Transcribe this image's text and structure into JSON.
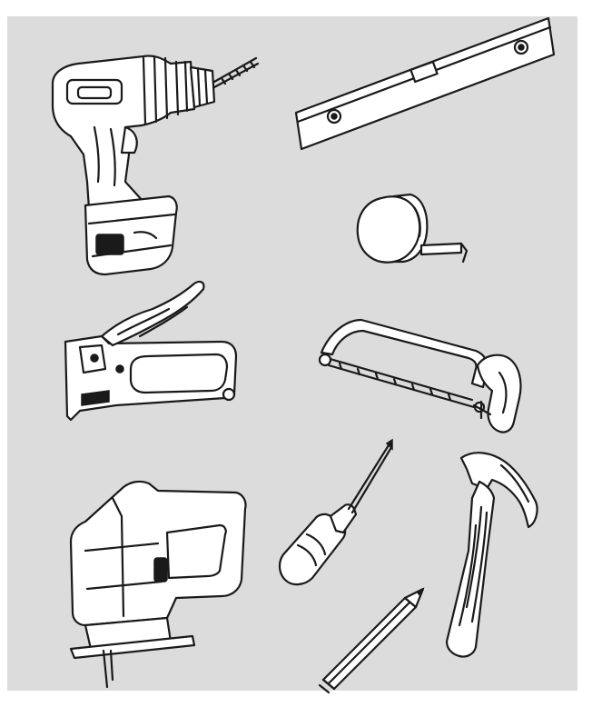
{
  "colors": {
    "panel_background": "#dcdcdc",
    "line": "#1a1a1a",
    "fill": "#ffffff"
  },
  "tools": [
    {
      "name": "cordless-drill",
      "icon": "drill-icon"
    },
    {
      "name": "spirit-level",
      "icon": "level-icon"
    },
    {
      "name": "tape-measure",
      "icon": "tape-measure-icon"
    },
    {
      "name": "staple-gun",
      "icon": "staple-gun-icon"
    },
    {
      "name": "hacksaw",
      "icon": "hacksaw-icon"
    },
    {
      "name": "screwdriver",
      "icon": "screwdriver-icon"
    },
    {
      "name": "claw-hammer",
      "icon": "hammer-icon"
    },
    {
      "name": "jigsaw",
      "icon": "jigsaw-icon"
    },
    {
      "name": "pencil",
      "icon": "pencil-icon"
    }
  ]
}
